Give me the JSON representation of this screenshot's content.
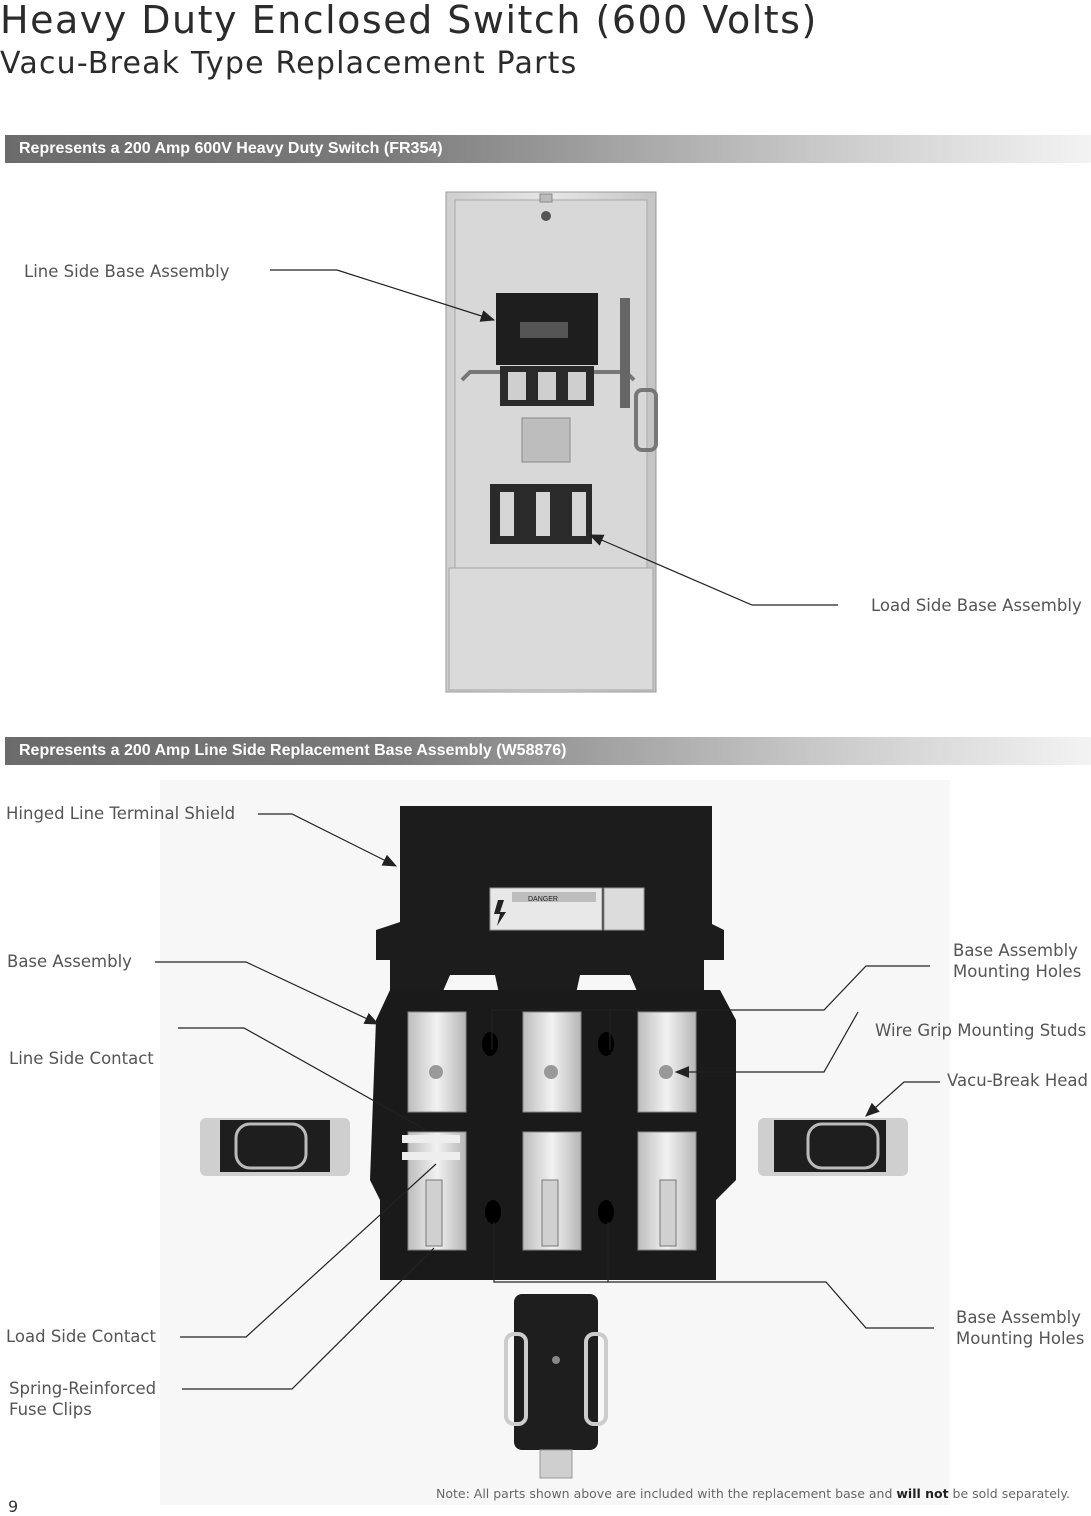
{
  "header": {
    "title": "Heavy Duty Enclosed Switch (600 Volts)",
    "subtitle": "Vacu-Break Type Replacement Parts"
  },
  "section1": {
    "bar_label": "Represents a 200 Amp 600V Heavy Duty Switch (FR354)",
    "labels": {
      "line_side_base": "Line Side Base Assembly",
      "load_side_base": "Load Side Base Assembly"
    }
  },
  "section2": {
    "bar_label": "Represents a 200 Amp Line Side Replacement Base Assembly (W58876)",
    "labels": {
      "hinged_shield": "Hinged Line Terminal Shield",
      "base_assembly": "Base Assembly",
      "line_side_contact": "Line Side Contact",
      "load_side_contact": "Load Side Contact",
      "spring_fuse_clips_1": "Spring-Reinforced",
      "spring_fuse_clips_2": "Fuse Clips",
      "mounting_holes_top_1": "Base Assembly",
      "mounting_holes_top_2": "Mounting Holes",
      "wire_grip_studs": "Wire Grip Mounting Studs",
      "vacu_break_head": "Vacu-Break Head",
      "mounting_holes_bottom_1": "Base Assembly",
      "mounting_holes_bottom_2": "Mounting Holes"
    },
    "danger_label": "DANGER"
  },
  "footer": {
    "note_prefix": "Note: All parts shown above are included with the replacement base and ",
    "note_bold": "will not",
    "note_suffix": " be sold separately.",
    "page_number": "9"
  }
}
